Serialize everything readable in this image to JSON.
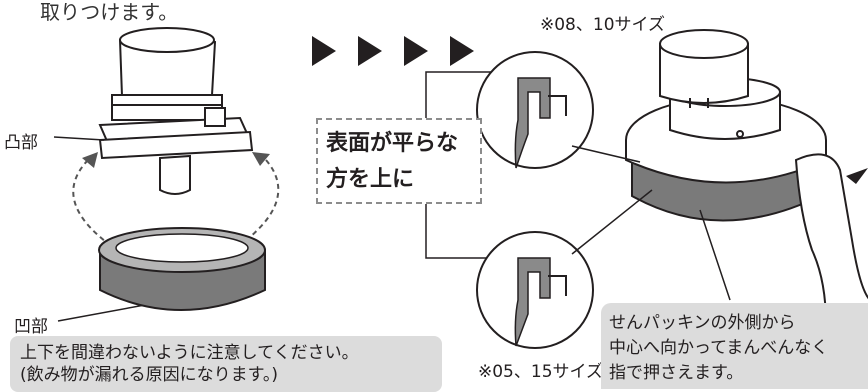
{
  "header_text": "取りつけます。",
  "labels": {
    "convex": "凸部",
    "concave": "凹部"
  },
  "callout": {
    "line1": "表面が平らな",
    "line2": "方を上に"
  },
  "sizes": {
    "top": "※08、10サイズ",
    "bottom": "※05、15サイズ"
  },
  "note_left": {
    "line1": "上下を間違わないように注意してください。",
    "line2": "(飲み物が漏れる原因になります。)"
  },
  "note_right": {
    "line1": "せんパッキンの外側から",
    "line2": "中心へ向かってまんべんなく",
    "line3": "指で押さえます。"
  },
  "colors": {
    "gasket": "#7a7a7a",
    "gasket_light": "#b5b5b5",
    "note_bg": "#dcdcdc",
    "line": "#231f20"
  }
}
